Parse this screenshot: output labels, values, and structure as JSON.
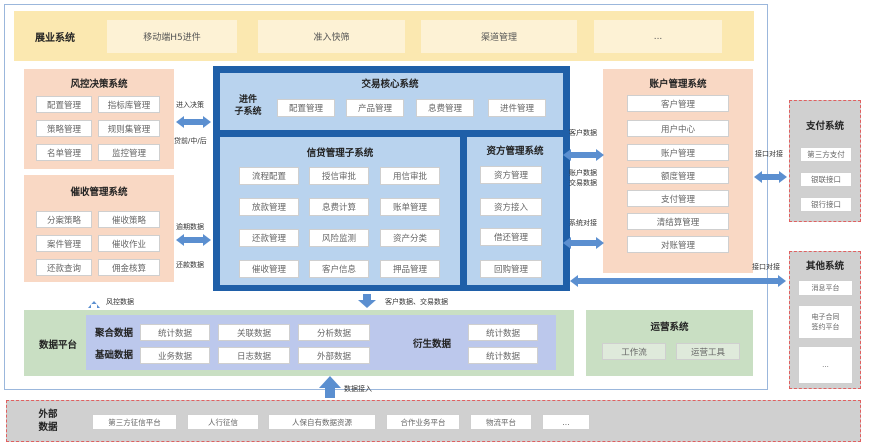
{
  "business": {
    "title": "展业系统",
    "items": [
      "移动端H5进件",
      "准入快筛",
      "渠道管理",
      "..."
    ]
  },
  "risk": {
    "title": "风控决策系统",
    "items": [
      "配置管理",
      "指标库管理",
      "策略管理",
      "规则集管理",
      "名单管理",
      "监控管理"
    ]
  },
  "collection": {
    "title": "催收管理系统",
    "items": [
      "分案策略",
      "催收策略",
      "案件管理",
      "催收作业",
      "还款查询",
      "佣金核算"
    ]
  },
  "core": {
    "title": "交易核心系统",
    "entry_label": "进件\n子系统",
    "entry_items": [
      "配置管理",
      "产品管理",
      "息费管理",
      "进件管理"
    ],
    "credit_title": "信贷管理子系统",
    "credit_items": [
      "流程配置",
      "授信审批",
      "用信审批",
      "放款管理",
      "息费计算",
      "账单管理",
      "还款管理",
      "风险监测",
      "资产分类",
      "催收管理",
      "客户信息",
      "押品管理"
    ],
    "fund_title": "资方管理系统",
    "fund_items": [
      "资方管理",
      "资方接入",
      "借还管理",
      "回购管理"
    ]
  },
  "account": {
    "title": "账户管理系统",
    "items": [
      "客户管理",
      "用户中心",
      "账户管理",
      "额度管理",
      "支付管理",
      "清结算管理",
      "对账管理"
    ]
  },
  "payment": {
    "title": "支付系统",
    "items": [
      "第三方支付",
      "银联接口",
      "银行接口"
    ]
  },
  "other": {
    "title": "其他系统",
    "items": [
      "消息平台",
      "电子合同\n签约平台",
      "..."
    ]
  },
  "data_platform": {
    "title": "数据平台",
    "agg_label": "聚合数据",
    "base_label": "基础数据",
    "row1": [
      "统计数据",
      "关联数据",
      "分析数据"
    ],
    "row2": [
      "业务数据",
      "日志数据",
      "外部数据"
    ],
    "derived_label": "衍生数据",
    "derived_items": [
      "统计数据",
      "统计数据"
    ]
  },
  "ops": {
    "title": "运营系统",
    "items": [
      "工作流",
      "运营工具"
    ]
  },
  "external": {
    "title": "外部\n数据",
    "items": [
      "第三方征信平台",
      "人行征信",
      "人保自有数据资源",
      "合作业务平台",
      "物流平台",
      "..."
    ]
  },
  "arrow_labels": {
    "entry_decision": "进入决策",
    "before_mid_after": "贷前/中/后",
    "overdue_data": "逾期数据",
    "repay_data": "还款数据",
    "customer_data": "客户数据",
    "customer_trade_data": "账户数据\n交易数据",
    "system_connect": "系统对接",
    "interface_connect_1": "接口对接",
    "interface_connect_2": "接口对接",
    "customer_trade": "客户数据、交易数据",
    "risk_data": "风控数据",
    "data_access": "数据接入"
  },
  "colors": {
    "accent_blue": "#1f5fa8",
    "light_blue": "#b9d3ee",
    "orange_light": "#f9d8c4",
    "yellow_light": "#fbeec8",
    "green_light": "#c9dfc3",
    "arrow_blue": "#5b8fd0"
  }
}
